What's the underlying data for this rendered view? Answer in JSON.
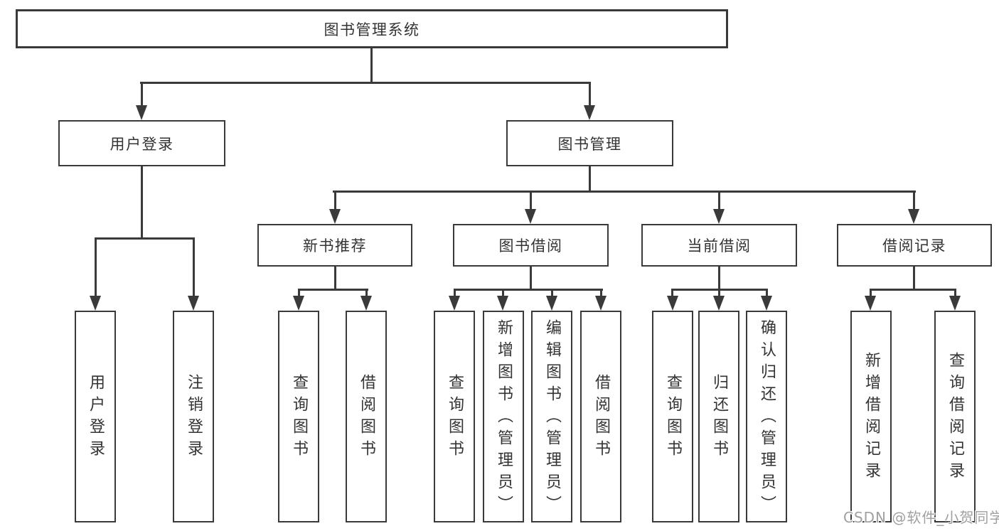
{
  "watermark": "CSDN @软件_小贺同学",
  "colors": {
    "line": "#3a3a3a",
    "box_background": "#ffffff",
    "text": "#333333",
    "watermark": "#a0a0a0"
  },
  "tree": {
    "root": {
      "label": "图书管理系统"
    },
    "branches": [
      {
        "label": "用户登录",
        "children": [
          {
            "label": "用户登录"
          },
          {
            "label": "注销登录"
          }
        ]
      },
      {
        "label": "图书管理",
        "children": [
          {
            "label": "新书推荐",
            "children": [
              {
                "label": "查询图书"
              },
              {
                "label": "借阅图书"
              }
            ]
          },
          {
            "label": "图书借阅",
            "children": [
              {
                "label": "查询图书"
              },
              {
                "label": "新增图书（管理员）"
              },
              {
                "label": "编辑图书（管理员）"
              },
              {
                "label": "借阅图书"
              }
            ]
          },
          {
            "label": "当前借阅",
            "children": [
              {
                "label": "查询图书"
              },
              {
                "label": "归还图书"
              },
              {
                "label": "确认归还（管理员）"
              }
            ]
          },
          {
            "label": "借阅记录",
            "children": [
              {
                "label": "新增借阅记录"
              },
              {
                "label": "查询借阅记录"
              }
            ]
          }
        ]
      }
    ]
  }
}
